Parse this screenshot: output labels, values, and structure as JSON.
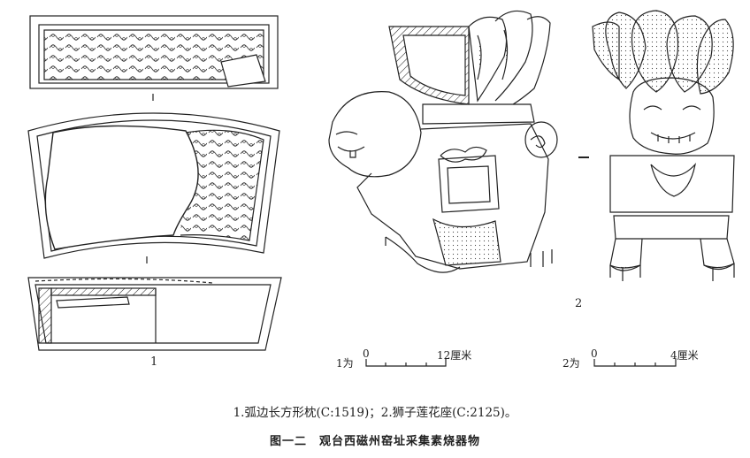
{
  "figure": {
    "item1_label": "1",
    "item2_label": "2",
    "scale1": {
      "prefix": "1为",
      "start": "0",
      "end": "12厘米"
    },
    "scale2": {
      "prefix": "2为",
      "start": "0",
      "end": "4厘米"
    },
    "caption": "1.弧边长方形枕(C:1519)；2.狮子莲花座(C:2125)。",
    "title": "图一二　观台西磁州窑址采集素烧器物"
  }
}
